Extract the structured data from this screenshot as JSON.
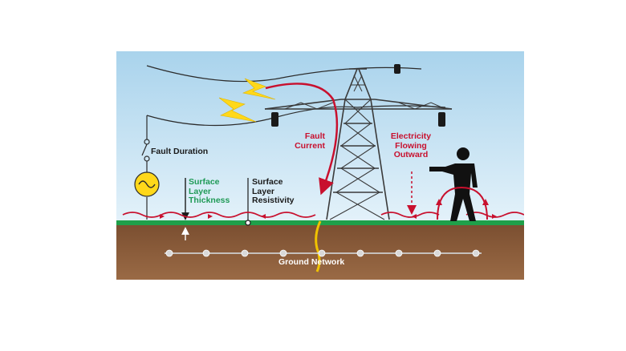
{
  "labels": {
    "fault_duration": "Fault Duration",
    "surface_layer_thickness": "Surface\nLayer\nThickness",
    "surface_layer_resistivity": "Surface\nLayer\nResistivity",
    "fault_current": "Fault\nCurrent",
    "electricity_flowing_outward": "Electricity\nFlowing\nOutward",
    "ground_network": "Ground Network"
  },
  "colors": {
    "sky_top": "#a9d3ec",
    "sky_bottom": "#e4f2fa",
    "grass": "#1fa04a",
    "soil": "#8a5b3a",
    "current": "#c8102e",
    "lightning": "#ffd81a",
    "label_green": "#1f9a56"
  },
  "icons": [
    "lightning-icon",
    "ac-source-icon",
    "switch-icon",
    "person-silhouette-icon",
    "transmission-tower-icon"
  ]
}
